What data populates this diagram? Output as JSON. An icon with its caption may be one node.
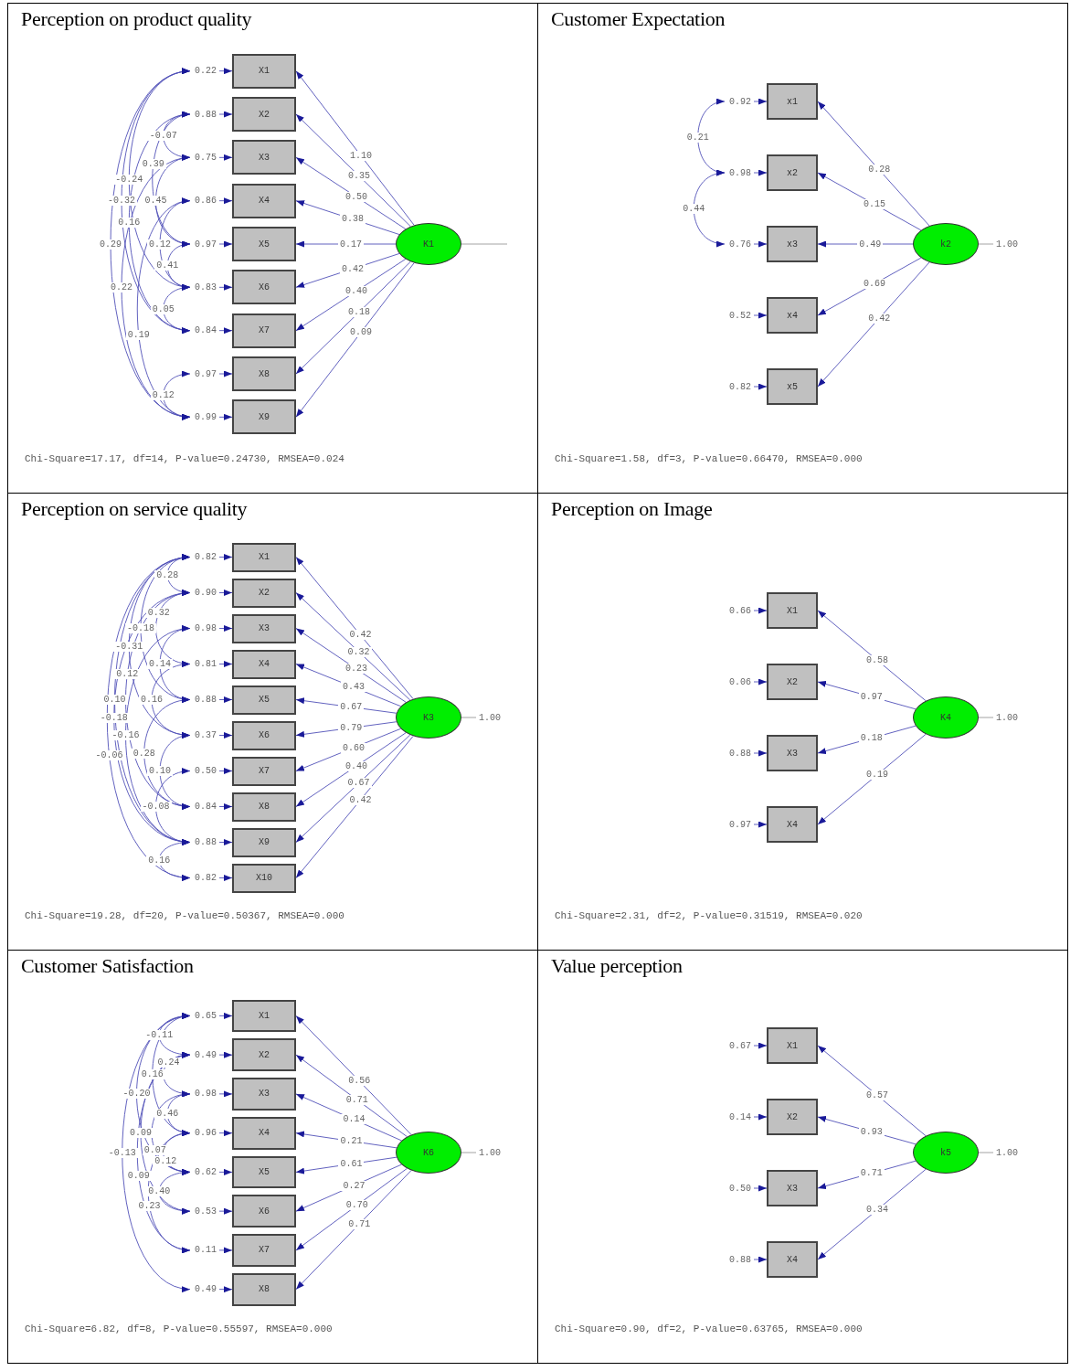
{
  "diagram": {
    "nodes": [
      {
        "text": [
          "Perception on product quality",
          "Chi-Square=17.17, df=14, P-value=0.24730, RMSEA=0.024"
        ]
      },
      {
        "text": [
          "0.22"
        ],
        "in": 0
      },
      {
        "text": [
          "X1"
        ],
        "in": 0
      },
      {
        "text": [
          "0.88"
        ],
        "in": 0
      },
      {
        "text": [
          "X2"
        ],
        "in": 0
      },
      {
        "text": [
          "0.75"
        ],
        "in": 0
      },
      {
        "text": [
          "X3"
        ],
        "in": 0
      },
      {
        "text": [
          "0.86"
        ],
        "in": 0
      },
      {
        "text": [
          "X4"
        ],
        "in": 0
      },
      {
        "text": [
          "0.97"
        ],
        "in": 0
      },
      {
        "text": [
          "X5"
        ],
        "in": 0
      },
      {
        "text": [
          "0.83"
        ],
        "in": 0
      },
      {
        "text": [
          "X6"
        ],
        "in": 0
      },
      {
        "text": [
          "0.84"
        ],
        "in": 0
      },
      {
        "text": [
          "X7"
        ],
        "in": 0
      },
      {
        "text": [
          "0.97"
        ],
        "in": 0
      },
      {
        "text": [
          "X8"
        ],
        "in": 0
      },
      {
        "text": [
          "0.99"
        ],
        "in": 0
      },
      {
        "text": [
          "X9"
        ],
        "in": 0
      },
      {
        "text": [
          "K1"
        ],
        "in": 0
      },
      {
        "text": [
          "Customer Expectation",
          "Chi-Square=1.58, df=3, P-value=0.66470, RMSEA=0.000"
        ]
      },
      {
        "text": [
          "0.92"
        ],
        "in": 20
      },
      {
        "text": [
          "x1"
        ],
        "in": 20
      },
      {
        "text": [
          "0.98"
        ],
        "in": 20
      },
      {
        "text": [
          "x2"
        ],
        "in": 20
      },
      {
        "text": [
          "0.76"
        ],
        "in": 20
      },
      {
        "text": [
          "x3"
        ],
        "in": 20
      },
      {
        "text": [
          "0.52"
        ],
        "in": 20
      },
      {
        "text": [
          "x4"
        ],
        "in": 20
      },
      {
        "text": [
          "0.82"
        ],
        "in": 20
      },
      {
        "text": [
          "x5"
        ],
        "in": 20
      },
      {
        "text": [
          "k2"
        ],
        "in": 20
      },
      {
        "text": [
          "1.00"
        ],
        "in": 20
      },
      {
        "text": [
          "Perception on service quality",
          "Chi-Square=19.28, df=20, P-value=0.50367, RMSEA=0.000"
        ]
      },
      {
        "text": [
          "0.82"
        ],
        "in": 33
      },
      {
        "text": [
          "X1"
        ],
        "in": 33
      },
      {
        "text": [
          "0.90"
        ],
        "in": 33
      },
      {
        "text": [
          "X2"
        ],
        "in": 33
      },
      {
        "text": [
          "0.98"
        ],
        "in": 33
      },
      {
        "text": [
          "X3"
        ],
        "in": 33
      },
      {
        "text": [
          "0.81"
        ],
        "in": 33
      },
      {
        "text": [
          "X4"
        ],
        "in": 33
      },
      {
        "text": [
          "0.88"
        ],
        "in": 33
      },
      {
        "text": [
          "X5"
        ],
        "in": 33
      },
      {
        "text": [
          "0.37"
        ],
        "in": 33
      },
      {
        "text": [
          "X6"
        ],
        "in": 33
      },
      {
        "text": [
          "0.50"
        ],
        "in": 33
      },
      {
        "text": [
          "X7"
        ],
        "in": 33
      },
      {
        "text": [
          "0.84"
        ],
        "in": 33
      },
      {
        "text": [
          "X8"
        ],
        "in": 33
      },
      {
        "text": [
          "0.88"
        ],
        "in": 33
      },
      {
        "text": [
          "X9"
        ],
        "in": 33
      },
      {
        "text": [
          "0.82"
        ],
        "in": 33
      },
      {
        "text": [
          "X10"
        ],
        "in": 33
      },
      {
        "text": [
          "K3"
        ],
        "in": 33
      },
      {
        "text": [
          "1.00"
        ],
        "in": 33
      },
      {
        "text": [
          "Perception on Image",
          "Chi-Square=2.31, df=2, P-value=0.31519, RMSEA=0.020"
        ]
      },
      {
        "text": [
          "0.66"
        ],
        "in": 56
      },
      {
        "text": [
          "X1"
        ],
        "in": 56
      },
      {
        "text": [
          "0.06"
        ],
        "in": 56
      },
      {
        "text": [
          "X2"
        ],
        "in": 56
      },
      {
        "text": [
          "0.88"
        ],
        "in": 56
      },
      {
        "text": [
          "X3"
        ],
        "in": 56
      },
      {
        "text": [
          "0.97"
        ],
        "in": 56
      },
      {
        "text": [
          "X4"
        ],
        "in": 56
      },
      {
        "text": [
          "K4"
        ],
        "in": 56
      },
      {
        "text": [
          "1.00"
        ],
        "in": 56
      },
      {
        "text": [
          "Customer Satisfaction",
          "Chi-Square=6.82, df=8, P-value=0.55597, RMSEA=0.000"
        ]
      },
      {
        "text": [
          "0.65"
        ],
        "in": 67
      },
      {
        "text": [
          "X1"
        ],
        "in": 67
      },
      {
        "text": [
          "0.49"
        ],
        "in": 67
      },
      {
        "text": [
          "X2"
        ],
        "in": 67
      },
      {
        "text": [
          "0.98"
        ],
        "in": 67
      },
      {
        "text": [
          "X3"
        ],
        "in": 67
      },
      {
        "text": [
          "0.96"
        ],
        "in": 67
      },
      {
        "text": [
          "X4"
        ],
        "in": 67
      },
      {
        "text": [
          "0.62"
        ],
        "in": 67
      },
      {
        "text": [
          "X5"
        ],
        "in": 67
      },
      {
        "text": [
          "0.53"
        ],
        "in": 67
      },
      {
        "text": [
          "X6"
        ],
        "in": 67
      },
      {
        "text": [
          "0.11"
        ],
        "in": 67
      },
      {
        "text": [
          "X7"
        ],
        "in": 67
      },
      {
        "text": [
          "0.49"
        ],
        "in": 67
      },
      {
        "text": [
          "X8"
        ],
        "in": 67
      },
      {
        "text": [
          "K6"
        ],
        "in": 67
      },
      {
        "text": [
          "1.00"
        ],
        "in": 67
      },
      {
        "text": [
          "Value perception",
          "Chi-Square=0.90, df=2, P-value=0.63765, RMSEA=0.000"
        ]
      },
      {
        "text": [
          "0.67"
        ],
        "in": 86
      },
      {
        "text": [
          "X1"
        ],
        "in": 86
      },
      {
        "text": [
          "0.14"
        ],
        "in": 86
      },
      {
        "text": [
          "X2"
        ],
        "in": 86
      },
      {
        "text": [
          "0.50"
        ],
        "in": 86
      },
      {
        "text": [
          "X3"
        ],
        "in": 86
      },
      {
        "text": [
          "0.88"
        ],
        "in": 86
      },
      {
        "text": [
          "X4"
        ],
        "in": 86
      },
      {
        "text": [
          "k5"
        ],
        "in": 86
      },
      {
        "text": [
          "1.00"
        ],
        "in": 86
      }
    ],
    "edges": [
      {
        "from": 1,
        "to": 2,
        "arrow": "to"
      },
      {
        "from": 3,
        "to": 4,
        "arrow": "to"
      },
      {
        "from": 5,
        "to": 6,
        "arrow": "to"
      },
      {
        "from": 7,
        "to": 8,
        "arrow": "to"
      },
      {
        "from": 9,
        "to": 10,
        "arrow": "to"
      },
      {
        "from": 11,
        "to": 12,
        "arrow": "to"
      },
      {
        "from": 13,
        "to": 14,
        "arrow": "to"
      },
      {
        "from": 15,
        "to": 16,
        "arrow": "to"
      },
      {
        "from": 17,
        "to": 18,
        "arrow": "to"
      },
      {
        "from": 19,
        "to": 2,
        "arrow": "to",
        "label": "1.10"
      },
      {
        "from": 19,
        "to": 4,
        "arrow": "to",
        "label": "0.35"
      },
      {
        "from": 19,
        "to": 6,
        "arrow": "to",
        "label": "0.50"
      },
      {
        "from": 19,
        "to": 8,
        "arrow": "to",
        "label": "0.38"
      },
      {
        "from": 19,
        "to": 10,
        "arrow": "to",
        "label": "0.17"
      },
      {
        "from": 19,
        "to": 12,
        "arrow": "to",
        "label": "0.42"
      },
      {
        "from": 19,
        "to": 14,
        "arrow": "to",
        "label": "0.40"
      },
      {
        "from": 19,
        "to": 16,
        "arrow": "to",
        "label": "0.18"
      },
      {
        "from": 19,
        "to": 18,
        "arrow": "to",
        "label": "0.09"
      },
      {
        "from": 19,
        "to": null,
        "arrow": "none",
        "color": "#999999"
      },
      {
        "from": 3,
        "to": 5,
        "arrow": "both",
        "label": "-0.07"
      },
      {
        "from": 1,
        "to": 11,
        "arrow": "both",
        "label": "-0.24"
      },
      {
        "from": 3,
        "to": 9,
        "arrow": "both",
        "label": "0.39"
      },
      {
        "from": 5,
        "to": 9,
        "arrow": "both",
        "label": "0.45"
      },
      {
        "from": 1,
        "to": 13,
        "arrow": "both",
        "label": "-0.32"
      },
      {
        "from": 7,
        "to": 11,
        "arrow": "both",
        "label": "0.12"
      },
      {
        "from": 1,
        "to": 17,
        "arrow": "both",
        "label": "0.29"
      },
      {
        "from": 3,
        "to": 13,
        "arrow": "both",
        "label": "0.16"
      },
      {
        "from": 9,
        "to": 11,
        "arrow": "both",
        "label": "0.41"
      },
      {
        "from": 11,
        "to": 13,
        "arrow": "both",
        "label": "0.05"
      },
      {
        "from": 5,
        "to": 17,
        "arrow": "both",
        "label": "0.22"
      },
      {
        "from": 7,
        "to": 17,
        "arrow": "both",
        "label": "0.19"
      },
      {
        "from": 15,
        "to": 17,
        "arrow": "both",
        "label": "0.12"
      },
      {
        "from": 21,
        "to": 22,
        "arrow": "to"
      },
      {
        "from": 23,
        "to": 24,
        "arrow": "to"
      },
      {
        "from": 25,
        "to": 26,
        "arrow": "to"
      },
      {
        "from": 27,
        "to": 28,
        "arrow": "to"
      },
      {
        "from": 29,
        "to": 30,
        "arrow": "to"
      },
      {
        "from": 31,
        "to": 22,
        "arrow": "to",
        "label": "0.28"
      },
      {
        "from": 31,
        "to": 24,
        "arrow": "to",
        "label": "0.15"
      },
      {
        "from": 31,
        "to": 26,
        "arrow": "to",
        "label": "0.49"
      },
      {
        "from": 31,
        "to": 28,
        "arrow": "to",
        "label": "0.69"
      },
      {
        "from": 31,
        "to": 30,
        "arrow": "to",
        "label": "0.42"
      },
      {
        "from": 31,
        "to": 32,
        "arrow": "none",
        "color": "#999999"
      },
      {
        "from": 21,
        "to": 23,
        "arrow": "both",
        "label": "0.21"
      },
      {
        "from": 23,
        "to": 25,
        "arrow": "both",
        "label": "0.44"
      },
      {
        "from": 34,
        "to": 35,
        "arrow": "to"
      },
      {
        "from": 36,
        "to": 37,
        "arrow": "to"
      },
      {
        "from": 38,
        "to": 39,
        "arrow": "to"
      },
      {
        "from": 40,
        "to": 41,
        "arrow": "to"
      },
      {
        "from": 42,
        "to": 43,
        "arrow": "to"
      },
      {
        "from": 44,
        "to": 45,
        "arrow": "to"
      },
      {
        "from": 46,
        "to": 47,
        "arrow": "to"
      },
      {
        "from": 48,
        "to": 49,
        "arrow": "to"
      },
      {
        "from": 50,
        "to": 51,
        "arrow": "to"
      },
      {
        "from": 52,
        "to": 53,
        "arrow": "to"
      },
      {
        "from": 54,
        "to": 35,
        "arrow": "to",
        "label": "0.42"
      },
      {
        "from": 54,
        "to": 37,
        "arrow": "to",
        "label": "0.32"
      },
      {
        "from": 54,
        "to": 39,
        "arrow": "to",
        "label": "0.23"
      },
      {
        "from": 54,
        "to": 41,
        "arrow": "to",
        "label": "0.43"
      },
      {
        "from": 54,
        "to": 43,
        "arrow": "to",
        "label": "0.67"
      },
      {
        "from": 54,
        "to": 45,
        "arrow": "to",
        "label": "0.79"
      },
      {
        "from": 54,
        "to": 47,
        "arrow": "to",
        "label": "0.60"
      },
      {
        "from": 54,
        "to": 49,
        "arrow": "to",
        "label": "0.40"
      },
      {
        "from": 54,
        "to": 51,
        "arrow": "to",
        "label": "0.67"
      },
      {
        "from": 54,
        "to": 53,
        "arrow": "to",
        "label": "0.42"
      },
      {
        "from": 54,
        "to": 55,
        "arrow": "none",
        "color": "#999999"
      },
      {
        "from": 34,
        "to": 36,
        "arrow": "both",
        "label": "0.28"
      },
      {
        "from": 34,
        "to": 42,
        "arrow": "both",
        "label": "-0.18"
      },
      {
        "from": 34,
        "to": 44,
        "arrow": "both",
        "label": "-0.31"
      },
      {
        "from": 38,
        "to": 42,
        "arrow": "both",
        "label": "0.14"
      },
      {
        "from": 36,
        "to": 40,
        "arrow": "both",
        "label": "0.32"
      },
      {
        "from": 40,
        "to": 44,
        "arrow": "both",
        "label": "0.16"
      },
      {
        "from": 34,
        "to": 50,
        "arrow": "both",
        "label": "0.10"
      },
      {
        "from": 36,
        "to": 48,
        "arrow": "both",
        "label": "0.12"
      },
      {
        "from": 36,
        "to": 50,
        "arrow": "both",
        "label": "-0.18"
      },
      {
        "from": 34,
        "to": 52,
        "arrow": "both",
        "label": "-0.06"
      },
      {
        "from": 38,
        "to": 50,
        "arrow": "both",
        "label": "-0.16"
      },
      {
        "from": 42,
        "to": 48,
        "arrow": "both",
        "label": "0.28"
      },
      {
        "from": 44,
        "to": 48,
        "arrow": "both",
        "label": "0.10"
      },
      {
        "from": 46,
        "to": 50,
        "arrow": "both",
        "label": "-0.08"
      },
      {
        "from": 50,
        "to": 52,
        "arrow": "both",
        "label": "0.16"
      },
      {
        "from": 57,
        "to": 58,
        "arrow": "to"
      },
      {
        "from": 59,
        "to": 60,
        "arrow": "to"
      },
      {
        "from": 61,
        "to": 62,
        "arrow": "to"
      },
      {
        "from": 63,
        "to": 64,
        "arrow": "to"
      },
      {
        "from": 65,
        "to": 58,
        "arrow": "to",
        "label": "0.58"
      },
      {
        "from": 65,
        "to": 60,
        "arrow": "to",
        "label": "0.97"
      },
      {
        "from": 65,
        "to": 62,
        "arrow": "to",
        "label": "0.18"
      },
      {
        "from": 65,
        "to": 64,
        "arrow": "to",
        "label": "0.19"
      },
      {
        "from": 65,
        "to": 66,
        "arrow": "none",
        "color": "#999999"
      },
      {
        "from": 68,
        "to": 69,
        "arrow": "to"
      },
      {
        "from": 70,
        "to": 71,
        "arrow": "to"
      },
      {
        "from": 72,
        "to": 73,
        "arrow": "to"
      },
      {
        "from": 74,
        "to": 75,
        "arrow": "to"
      },
      {
        "from": 76,
        "to": 77,
        "arrow": "to"
      },
      {
        "from": 78,
        "to": 79,
        "arrow": "to"
      },
      {
        "from": 80,
        "to": 81,
        "arrow": "to"
      },
      {
        "from": 82,
        "to": 83,
        "arrow": "to"
      },
      {
        "from": 84,
        "to": 69,
        "arrow": "to",
        "label": "0.56"
      },
      {
        "from": 84,
        "to": 71,
        "arrow": "to",
        "label": "0.71"
      },
      {
        "from": 84,
        "to": 73,
        "arrow": "to",
        "label": "0.14"
      },
      {
        "from": 84,
        "to": 75,
        "arrow": "to",
        "label": "0.21"
      },
      {
        "from": 84,
        "to": 77,
        "arrow": "to",
        "label": "0.61"
      },
      {
        "from": 84,
        "to": 79,
        "arrow": "to",
        "label": "0.27"
      },
      {
        "from": 84,
        "to": 81,
        "arrow": "to",
        "label": "0.70"
      },
      {
        "from": 84,
        "to": 83,
        "arrow": "to",
        "label": "0.71"
      },
      {
        "from": 84,
        "to": 85,
        "arrow": "none",
        "color": "#999999"
      },
      {
        "from": 68,
        "to": 70,
        "arrow": "both",
        "label": "-0.11"
      },
      {
        "from": 68,
        "to": 74,
        "arrow": "both",
        "label": "0.16"
      },
      {
        "from": 70,
        "to": 72,
        "arrow": "both",
        "label": "0.24"
      },
      {
        "from": 68,
        "to": 76,
        "arrow": "both",
        "label": "-0.20"
      },
      {
        "from": 72,
        "to": 74,
        "arrow": "both",
        "label": "0.46"
      },
      {
        "from": 70,
        "to": 78,
        "arrow": "both",
        "label": "0.09"
      },
      {
        "from": 72,
        "to": 76,
        "arrow": "both",
        "label": "0.07"
      },
      {
        "from": 68,
        "to": 82,
        "arrow": "both",
        "label": "-0.13"
      },
      {
        "from": 74,
        "to": 76,
        "arrow": "both",
        "label": "0.12"
      },
      {
        "from": 76,
        "to": 78,
        "arrow": "both",
        "label": "0.40"
      },
      {
        "from": 70,
        "to": 80,
        "arrow": "both",
        "label": "0.09"
      },
      {
        "from": 74,
        "to": 80,
        "arrow": "both",
        "label": "0.23"
      },
      {
        "from": 87,
        "to": 88,
        "arrow": "to"
      },
      {
        "from": 89,
        "to": 90,
        "arrow": "to"
      },
      {
        "from": 91,
        "to": 92,
        "arrow": "to"
      },
      {
        "from": 93,
        "to": 94,
        "arrow": "to"
      },
      {
        "from": 95,
        "to": 88,
        "arrow": "to",
        "label": "0.57"
      },
      {
        "from": 95,
        "to": 90,
        "arrow": "to",
        "label": "0.93"
      },
      {
        "from": 95,
        "to": 92,
        "arrow": "to",
        "label": "0.71"
      },
      {
        "from": 95,
        "to": 94,
        "arrow": "to",
        "label": "0.34"
      },
      {
        "from": 95,
        "to": 96,
        "arrow": "none",
        "color": "#999999"
      }
    ]
  }
}
